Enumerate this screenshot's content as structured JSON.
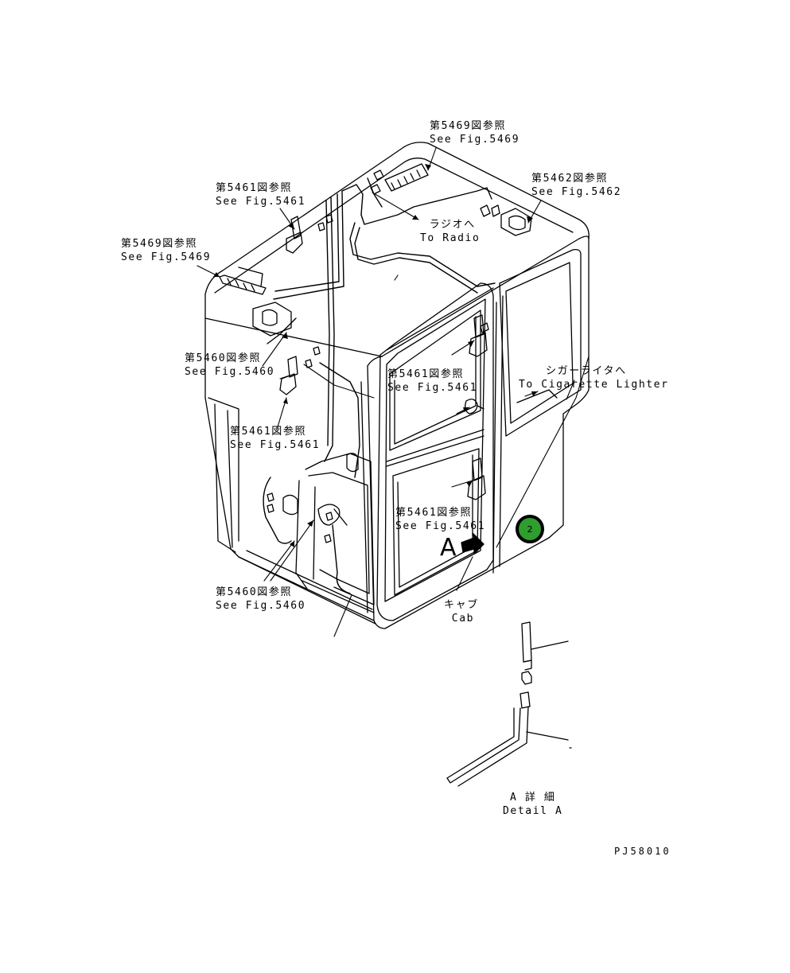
{
  "labels": {
    "fig5469_top": {
      "jp": "第5469図参照",
      "en": "See Fig.5469"
    },
    "fig5462": {
      "jp": "第5462図参照",
      "en": "See Fig.5462"
    },
    "fig5461_top": {
      "jp": "第5461図参照",
      "en": "See Fig.5461"
    },
    "radio": {
      "jp": "ラジオへ",
      "en": "To Radio"
    },
    "fig5469_left": {
      "jp": "第5469図参照",
      "en": "See Fig.5469"
    },
    "fig5460_mid": {
      "jp": "第5460図参照",
      "en": "See Fig.5460"
    },
    "cigarette": {
      "jp": "シガーライタへ",
      "en": "To Cigarette Lighter"
    },
    "fig5461_door": {
      "jp": "第5461図参照",
      "en": "See Fig.5461"
    },
    "fig5461_left": {
      "jp": "第5461図参照",
      "en": "See Fig.5461"
    },
    "fig5461_lower": {
      "jp": "第5461図参照",
      "en": "See Fig.5461"
    },
    "fig5460_bottom": {
      "jp": "第5460図参照",
      "en": "See Fig.5460"
    },
    "cab": {
      "jp": "キャブ",
      "en": "Cab"
    },
    "detail": {
      "jp": "A 詳 細",
      "en": "Detail A"
    }
  },
  "view_marker": "A",
  "callout_number": "2",
  "callout_color": "#2e9e2e",
  "drawing_code": "PJ58010"
}
